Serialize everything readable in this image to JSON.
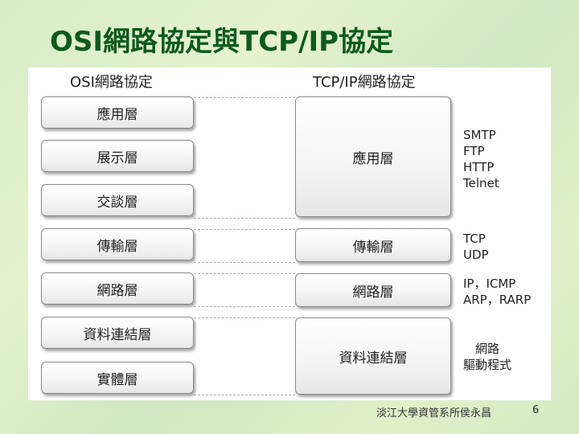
{
  "title": "OSI網路協定與TCP/IP協定",
  "headers": {
    "osi": "OSI網路協定",
    "tcpip": "TCP/IP網路協定"
  },
  "osi_layers": [
    "應用層",
    "展示層",
    "交談層",
    "傳輸層",
    "網路層",
    "資料連結層",
    "實體層"
  ],
  "tcpip_layers": [
    "應用層",
    "傳輸層",
    "網路層",
    "資料連結層"
  ],
  "protocols": {
    "application": [
      "SMTP",
      "FTP",
      "HTTP",
      "Telnet"
    ],
    "transport": [
      "TCP",
      "UDP"
    ],
    "network": [
      "IP，ICMP",
      "ARP，RARP"
    ],
    "datalink": [
      "網路",
      "驅動程式"
    ]
  },
  "footer": "淡江大學資管系所侯永昌",
  "page_number": "6"
}
